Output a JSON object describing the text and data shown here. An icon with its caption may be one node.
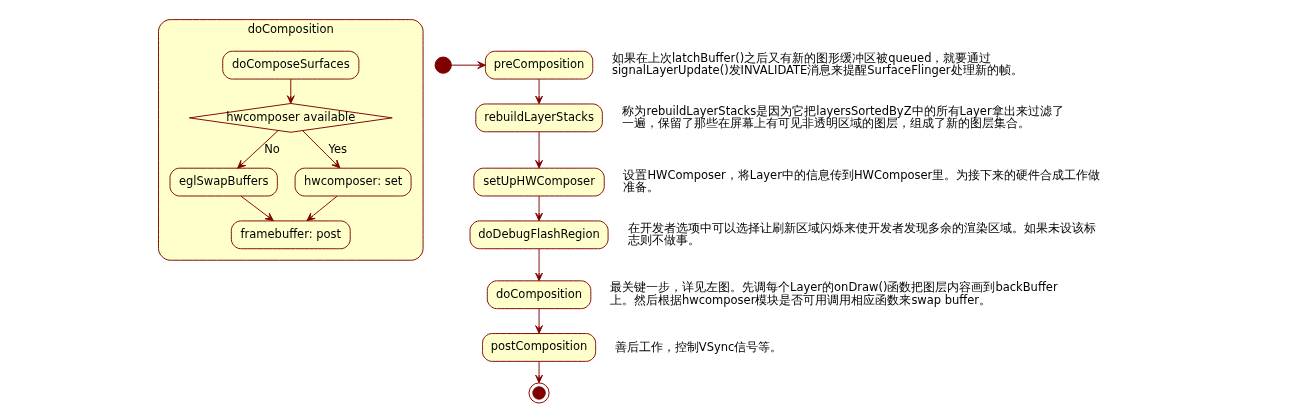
{
  "diagram": {
    "nodes": [
      {
        "text": [],
        "shape": "circle"
      },
      {
        "text": [
          "preComposition"
        ],
        "beside": [
          "如果在上次latchBuffer()之后又有新的图形缓冲区被queued，就要通过signalLayerUpdate()发INVALIDATE消息来提醒SurfaceFlinger处理新的帧。"
        ]
      },
      {
        "text": [
          "rebuildLayerStacks"
        ],
        "beside": [
          "称为rebuildLayerStacks是因为它把layersSortedByZ中的所有Layer拿出来过滤了一遍，保留了那些在屏幕上有可见非透明区域的图层，组成了新的图层集合。"
        ]
      },
      {
        "text": [
          "setUpHWComposer"
        ],
        "beside": [
          "设置HWComposer，将Layer中的信息传到HWComposer里。为接下来的硬件合成工作做准备。"
        ]
      },
      {
        "text": [
          "doDebugFlashRegion"
        ],
        "beside": [
          "在开发者选项中可以选择让刷新区域闪烁来使开发者发现多余的渲染区域。如果未设该标志则不做事。"
        ]
      },
      {
        "text": [
          "doComposition"
        ],
        "beside": [
          "最关键一步，详见左图。先调每个Layer的onDraw()函数把图层内容画到backBuffer上。然后根据hwcomposer模块是否可用调用相应函数来swap buffer。"
        ]
      },
      {
        "text": [
          "postComposition"
        ],
        "beside": [
          "善后工作，控制VSync信号等。"
        ]
      },
      {
        "text": [],
        "shape": "circle"
      },
      {
        "text": [
          "doComposition"
        ]
      },
      {
        "text": [
          "doComposeSurfaces"
        ],
        "in": 8
      },
      {
        "text": [
          "hwcomposer available"
        ],
        "in": 8
      },
      {
        "text": [
          "eglSwapBuffers"
        ],
        "in": 8
      },
      {
        "text": [
          "hwcomposer: set"
        ],
        "in": 8
      },
      {
        "text": [
          "framebuffer: post"
        ],
        "in": 8
      }
    ],
    "edges": [
      {
        "from": 0,
        "to": 1,
        "arrow": "to"
      },
      {
        "from": 1,
        "to": 2,
        "arrow": "to"
      },
      {
        "from": 2,
        "to": 3,
        "arrow": "to"
      },
      {
        "from": 3,
        "to": 4,
        "arrow": "to"
      },
      {
        "from": 4,
        "to": 5,
        "arrow": "to"
      },
      {
        "from": 5,
        "to": 6,
        "arrow": "to"
      },
      {
        "from": 6,
        "to": 7,
        "arrow": "to"
      },
      {
        "from": 9,
        "to": 10,
        "arrow": "to"
      },
      {
        "from": 10,
        "to": 11,
        "label": "No",
        "arrow": "to"
      },
      {
        "from": 10,
        "to": 12,
        "label": "Yes",
        "arrow": "to"
      },
      {
        "from": 11,
        "to": 13,
        "arrow": "to"
      },
      {
        "from": 12,
        "to": 13,
        "arrow": "to"
      }
    ]
  }
}
